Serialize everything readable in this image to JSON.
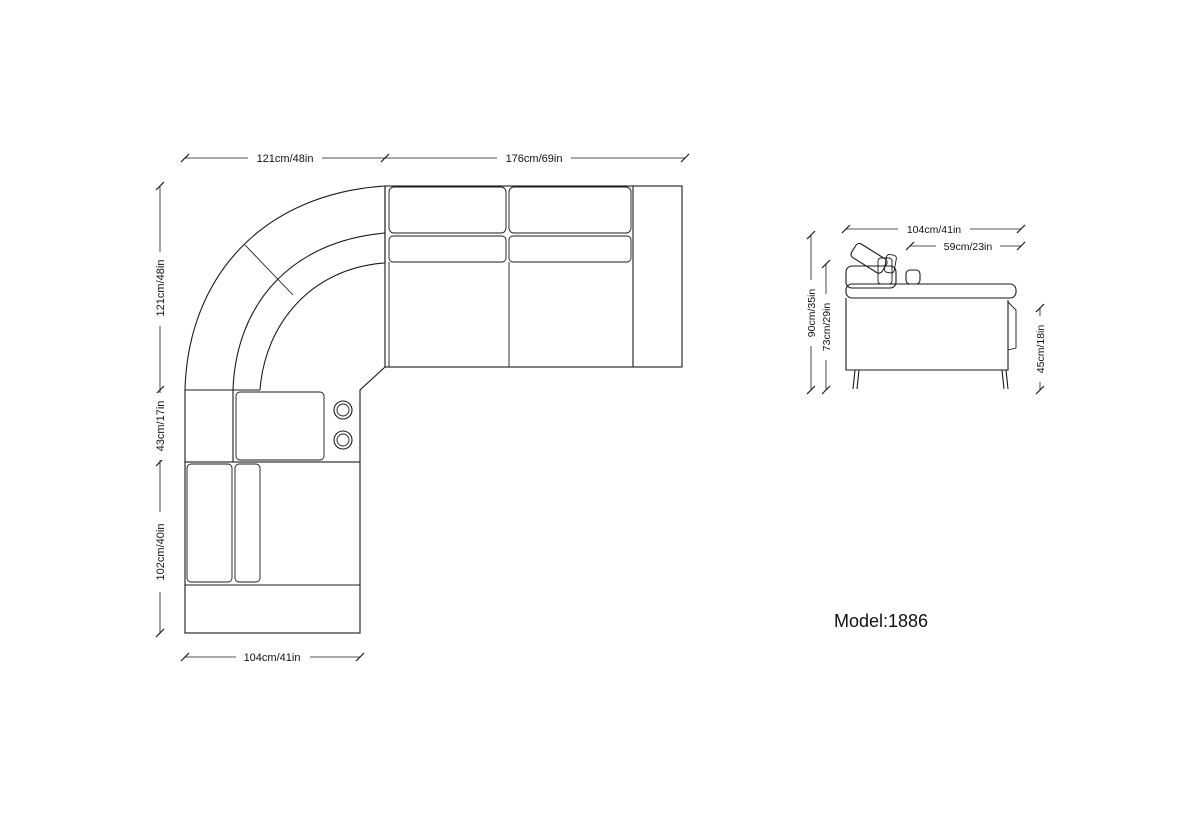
{
  "plan": {
    "dims": {
      "top_left_width": "121cm/48in",
      "top_right_width": "176cm/69in",
      "left_top_height": "121cm/48in",
      "left_mid_height": "43cm/17in",
      "left_bottom_height": "102cm/40in",
      "bottom_width": "104cm/41in"
    }
  },
  "side": {
    "dims": {
      "depth": "104cm/41in",
      "seat_depth": "59cm/23in",
      "total_height": "90cm/35in",
      "back_height": "73cm/29in",
      "seat_height": "45cm/18in"
    }
  },
  "model": "Model:1886"
}
